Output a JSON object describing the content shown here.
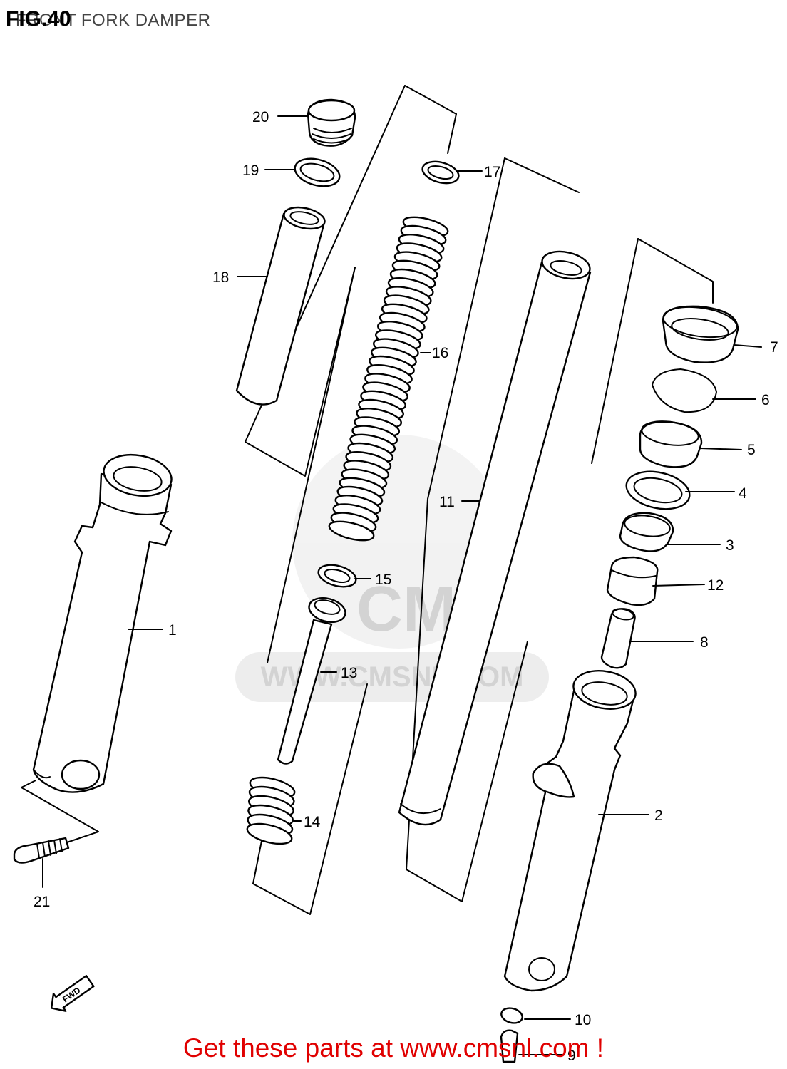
{
  "header": {
    "figure_label": "FIG.40",
    "subtitle": "FRONT FORK DAMPER"
  },
  "watermark": {
    "brand": "CMS",
    "url": "WWW.CMSNL.COM"
  },
  "direction_marker": "FWD",
  "callouts": [
    {
      "id": "1",
      "part": "outer tube left"
    },
    {
      "id": "2",
      "part": "outer tube right"
    },
    {
      "id": "3",
      "part": "seal spacer"
    },
    {
      "id": "4",
      "part": "oil seal"
    },
    {
      "id": "5",
      "part": "oil seal retainer"
    },
    {
      "id": "6",
      "part": "stopper ring"
    },
    {
      "id": "7",
      "part": "dust seal"
    },
    {
      "id": "8",
      "part": "slide bushing"
    },
    {
      "id": "9",
      "part": "drain screw"
    },
    {
      "id": "10",
      "part": "gasket"
    },
    {
      "id": "11",
      "part": "inner tube"
    },
    {
      "id": "12",
      "part": "guide bushing"
    },
    {
      "id": "13",
      "part": "damper rod"
    },
    {
      "id": "14",
      "part": "rebound spring"
    },
    {
      "id": "15",
      "part": "ring"
    },
    {
      "id": "16",
      "part": "fork spring"
    },
    {
      "id": "17",
      "part": "washer"
    },
    {
      "id": "18",
      "part": "spacer"
    },
    {
      "id": "19",
      "part": "o-ring"
    },
    {
      "id": "20",
      "part": "cap bolt"
    },
    {
      "id": "21",
      "part": "damper rod bolt"
    }
  ],
  "footer": {
    "promo": "Get these parts at www.cmsnl.com !"
  }
}
